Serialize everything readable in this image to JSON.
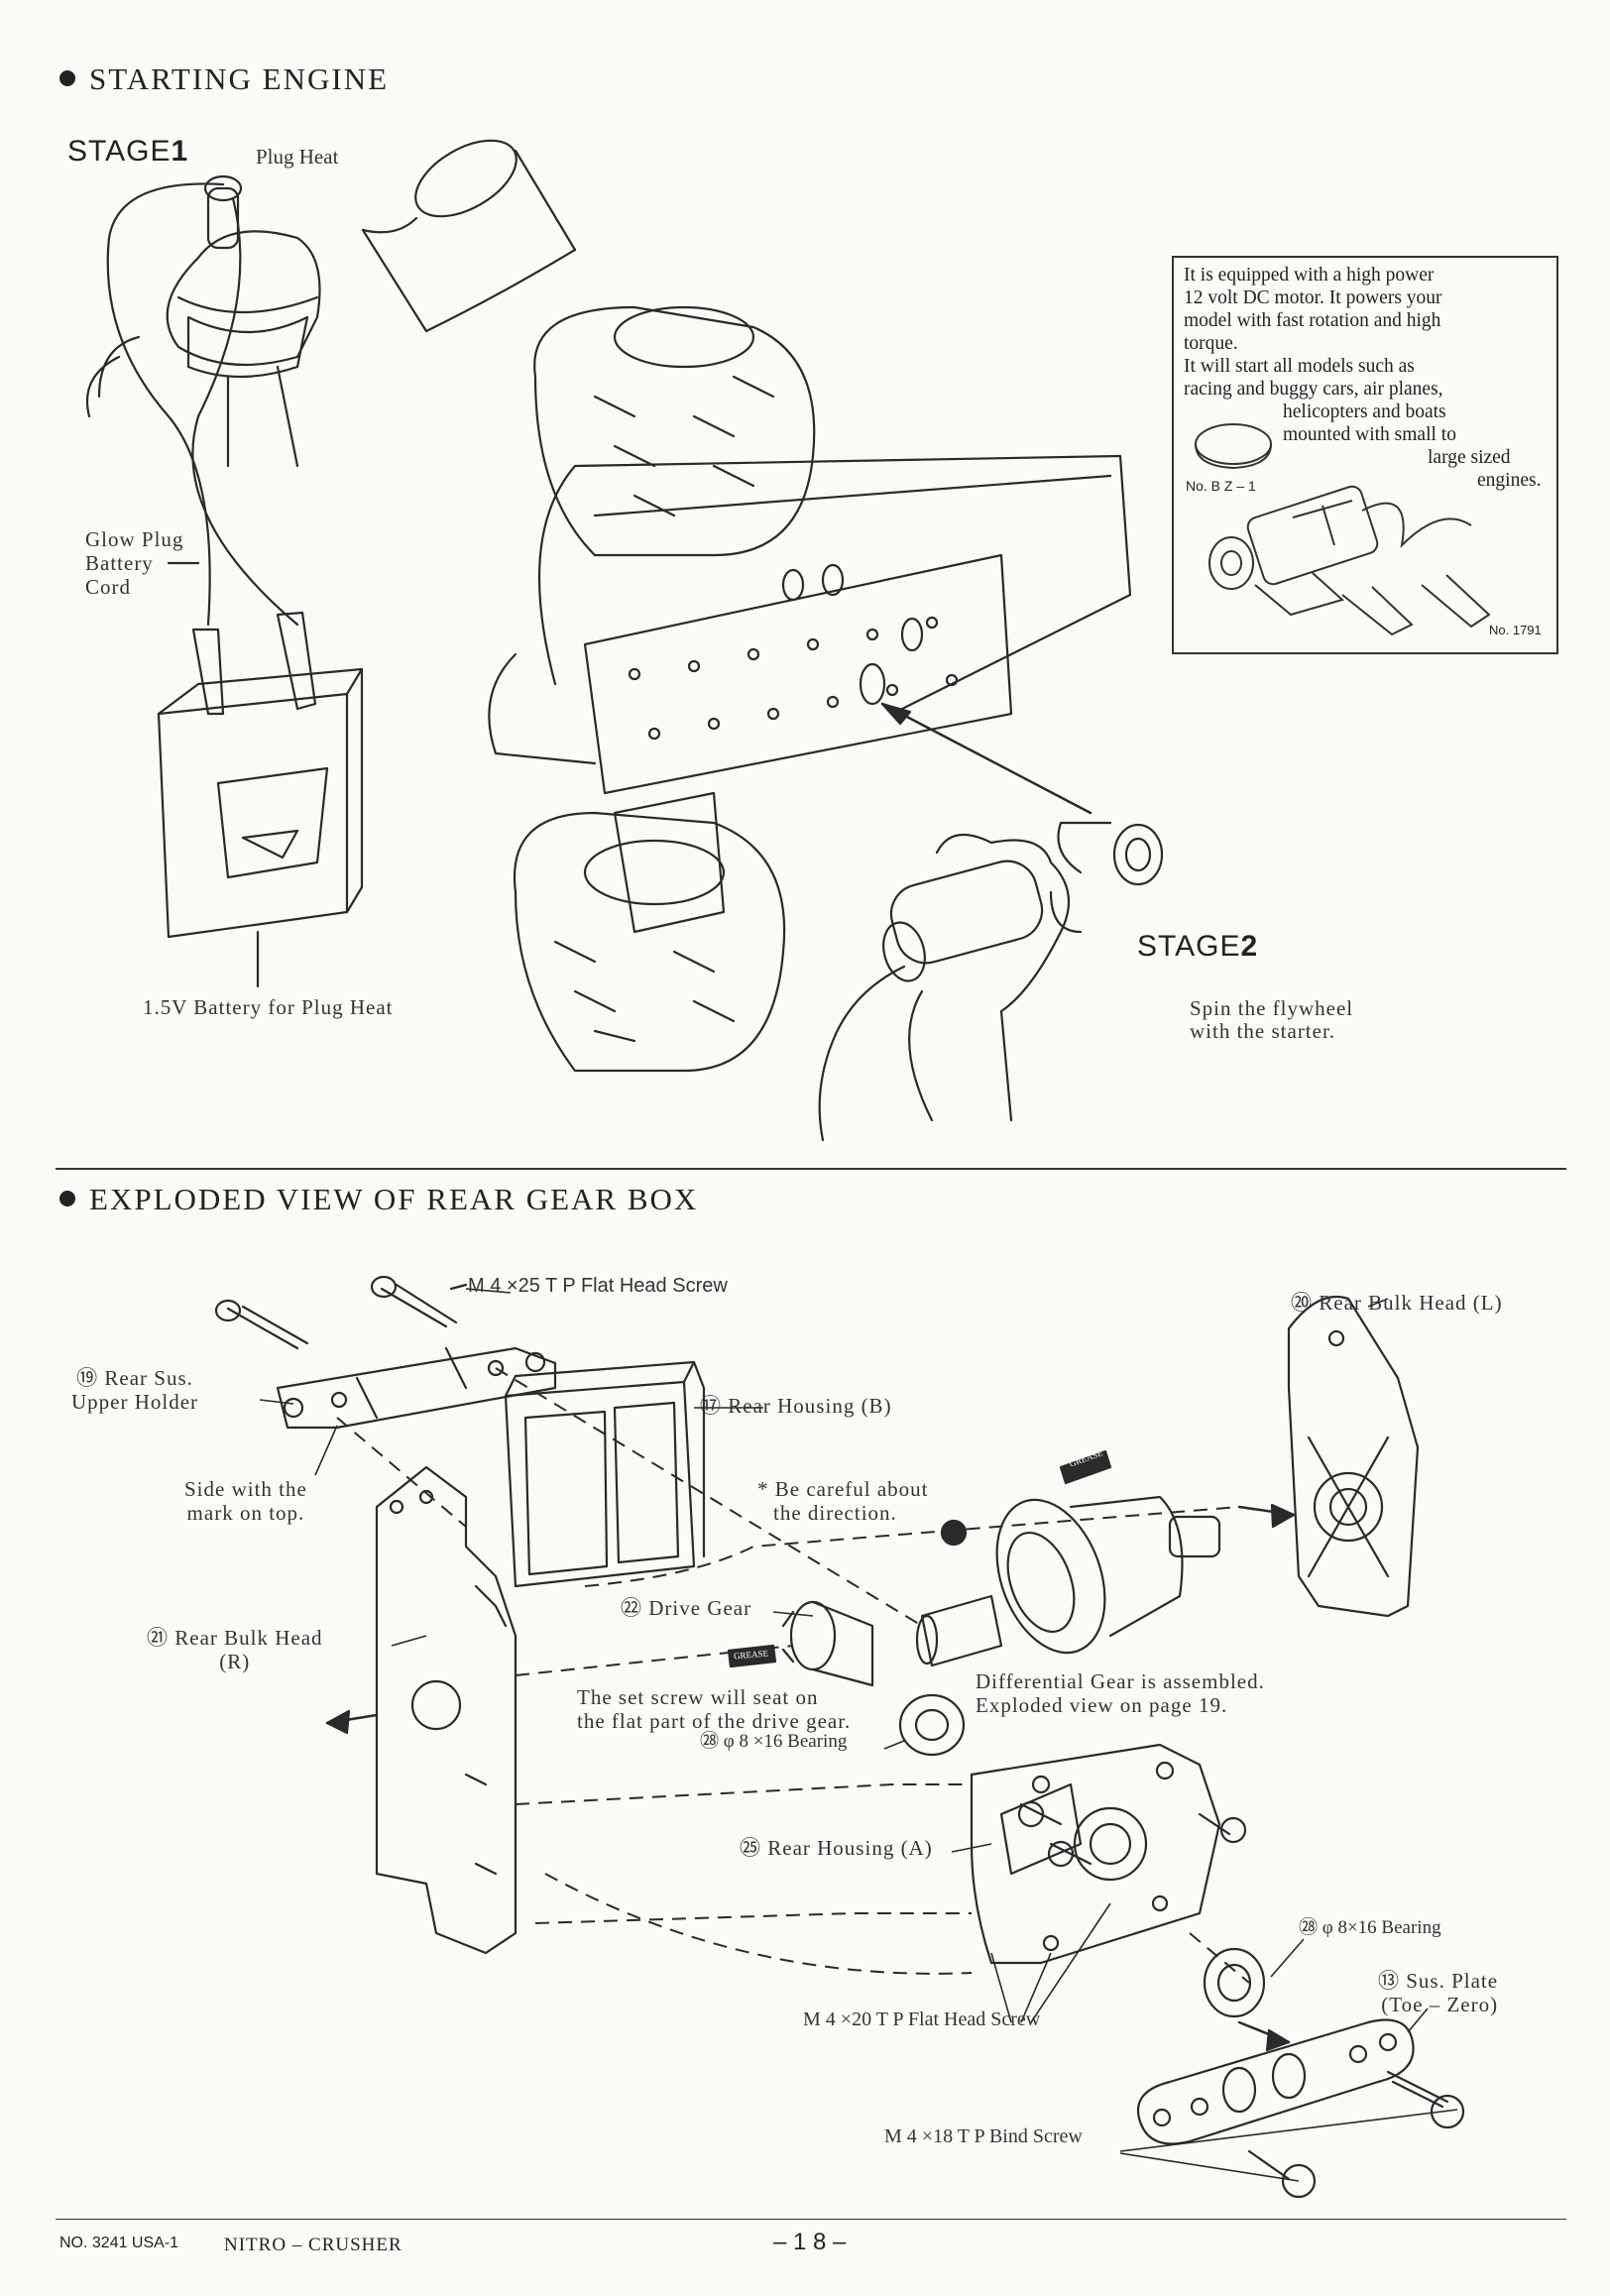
{
  "section1": {
    "title": "STARTING ENGINE",
    "stage1": {
      "label": "STAGE",
      "num": "1"
    },
    "stage2": {
      "label": "STAGE",
      "num": "2"
    },
    "labels": {
      "plug_heat": "Plug Heat",
      "glow_cord_1": "Glow Plug",
      "glow_cord_2": "Battery",
      "glow_cord_3": "Cord",
      "battery": "1.5V Battery for Plug Heat",
      "spin_1": "Spin the flywheel",
      "spin_2": "with the starter."
    },
    "infobox": {
      "lines": [
        "It is equipped with a high power",
        "12  volt DC motor.   It powers your",
        "model with fast rotation and high",
        "torque.",
        "It will start all models such as",
        "racing and buggy cars, air planes,",
        "helicopters and boats",
        "mounted with small to",
        "large sized",
        "engines."
      ],
      "part_bz1": "No. B Z – 1",
      "part_1791": "No. 1791"
    }
  },
  "section2": {
    "title": "EXPLODED VIEW OF REAR GEAR BOX",
    "labels": {
      "m4x25": "M 4 ×25 T P Flat Head Screw",
      "rear_bulk_l": "⑳ Rear Bulk Head  (L)",
      "rear_sus_1": "⑲ Rear Sus.",
      "rear_sus_2": "Upper Holder",
      "rear_housing_b": "⑰ Rear Housing  (B)",
      "side_mark_1": "Side with the",
      "side_mark_2": "mark on top.",
      "careful_1": "* Be careful about",
      "careful_2": "the direction.",
      "grease_1": "GREASE",
      "grease_2": "GREASE",
      "drive_gear": "㉒ Drive Gear",
      "rear_bulk_r_1": "㉑ Rear Bulk Head",
      "rear_bulk_r_2": "(R)",
      "diff_1": "Differential Gear is assembled.",
      "diff_2": "Exploded view on page 19.",
      "set_screw_1": "The set screw will seat on",
      "set_screw_2": "the flat part of the drive gear.",
      "bearing_1": "㉘ φ 8 ×16 Bearing",
      "rear_housing_a": "㉕ Rear Housing  (A)",
      "bearing_2": "㉘ φ  8×16 Bearing",
      "sus_plate_1": "⑬ Sus. Plate",
      "sus_plate_2": "(Toe – Zero)",
      "m4x20": "M 4 ×20 T P Flat Head Screw",
      "m4x18": "M 4 ×18 T P  Bind Screw"
    }
  },
  "footer": {
    "left_code": "NO. 3241  USA-1",
    "left_name": "NITRO – CRUSHER",
    "page": "– 1 8 –"
  }
}
